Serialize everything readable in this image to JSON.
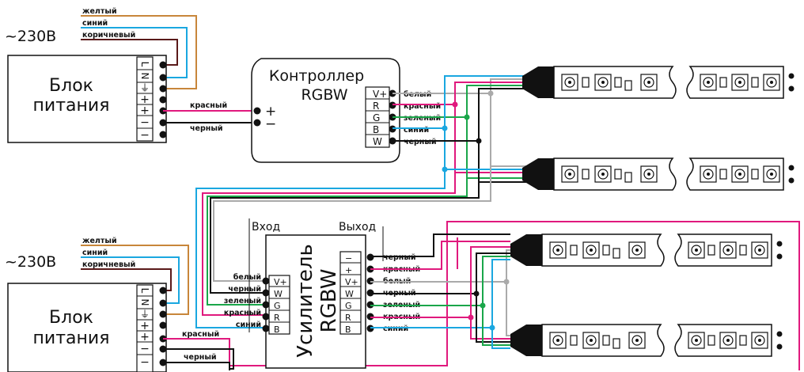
{
  "psu1": {
    "voltage": "~230В",
    "title_line1": "Блок",
    "title_line2": "питания",
    "wire_yellow": "желтый",
    "wire_blue": "синий",
    "wire_brown": "коричневый",
    "out_red": "красный",
    "out_black": "черный"
  },
  "psu2": {
    "voltage": "~230В",
    "title_line1": "Блок",
    "title_line2": "питания",
    "wire_yellow": "желтый",
    "wire_blue": "синий",
    "wire_brown": "коричневый",
    "out_red": "красный",
    "out_black": "черный"
  },
  "terminals": {
    "L": "L",
    "N": "N",
    "ground": "⏚",
    "plus": "+",
    "minus": "−"
  },
  "controller": {
    "title_line1": "Контроллер",
    "title_line2": "RGBW",
    "in_plus": "+",
    "in_minus": "−",
    "pins": [
      "V+",
      "R",
      "G",
      "B",
      "W"
    ],
    "pin_labels": [
      "белый",
      "красный",
      "зеленый",
      "синий",
      "черный"
    ]
  },
  "amplifier": {
    "title_line1": "Усилитель",
    "title_line2": "RGBW",
    "input_label": "Вход",
    "output_label": "Выход",
    "in_pins": [
      "V+",
      "W",
      "G",
      "R",
      "B"
    ],
    "in_labels": [
      "белый",
      "черный",
      "зеленый",
      "красный",
      "синий"
    ],
    "out_pins": [
      "−",
      "+",
      "V+",
      "W",
      "G",
      "R",
      "B"
    ],
    "out_labels": [
      "черный",
      "красный",
      "белый",
      "черный",
      "зеленый",
      "красный",
      "синий"
    ]
  },
  "colors": {
    "yellow": "#c8863a",
    "blue": "#1aa7e0",
    "brown": "#5a1a1a",
    "red": "#e0197d",
    "black": "#111111",
    "green": "#1aa64a",
    "white": "#aaaaaa"
  }
}
